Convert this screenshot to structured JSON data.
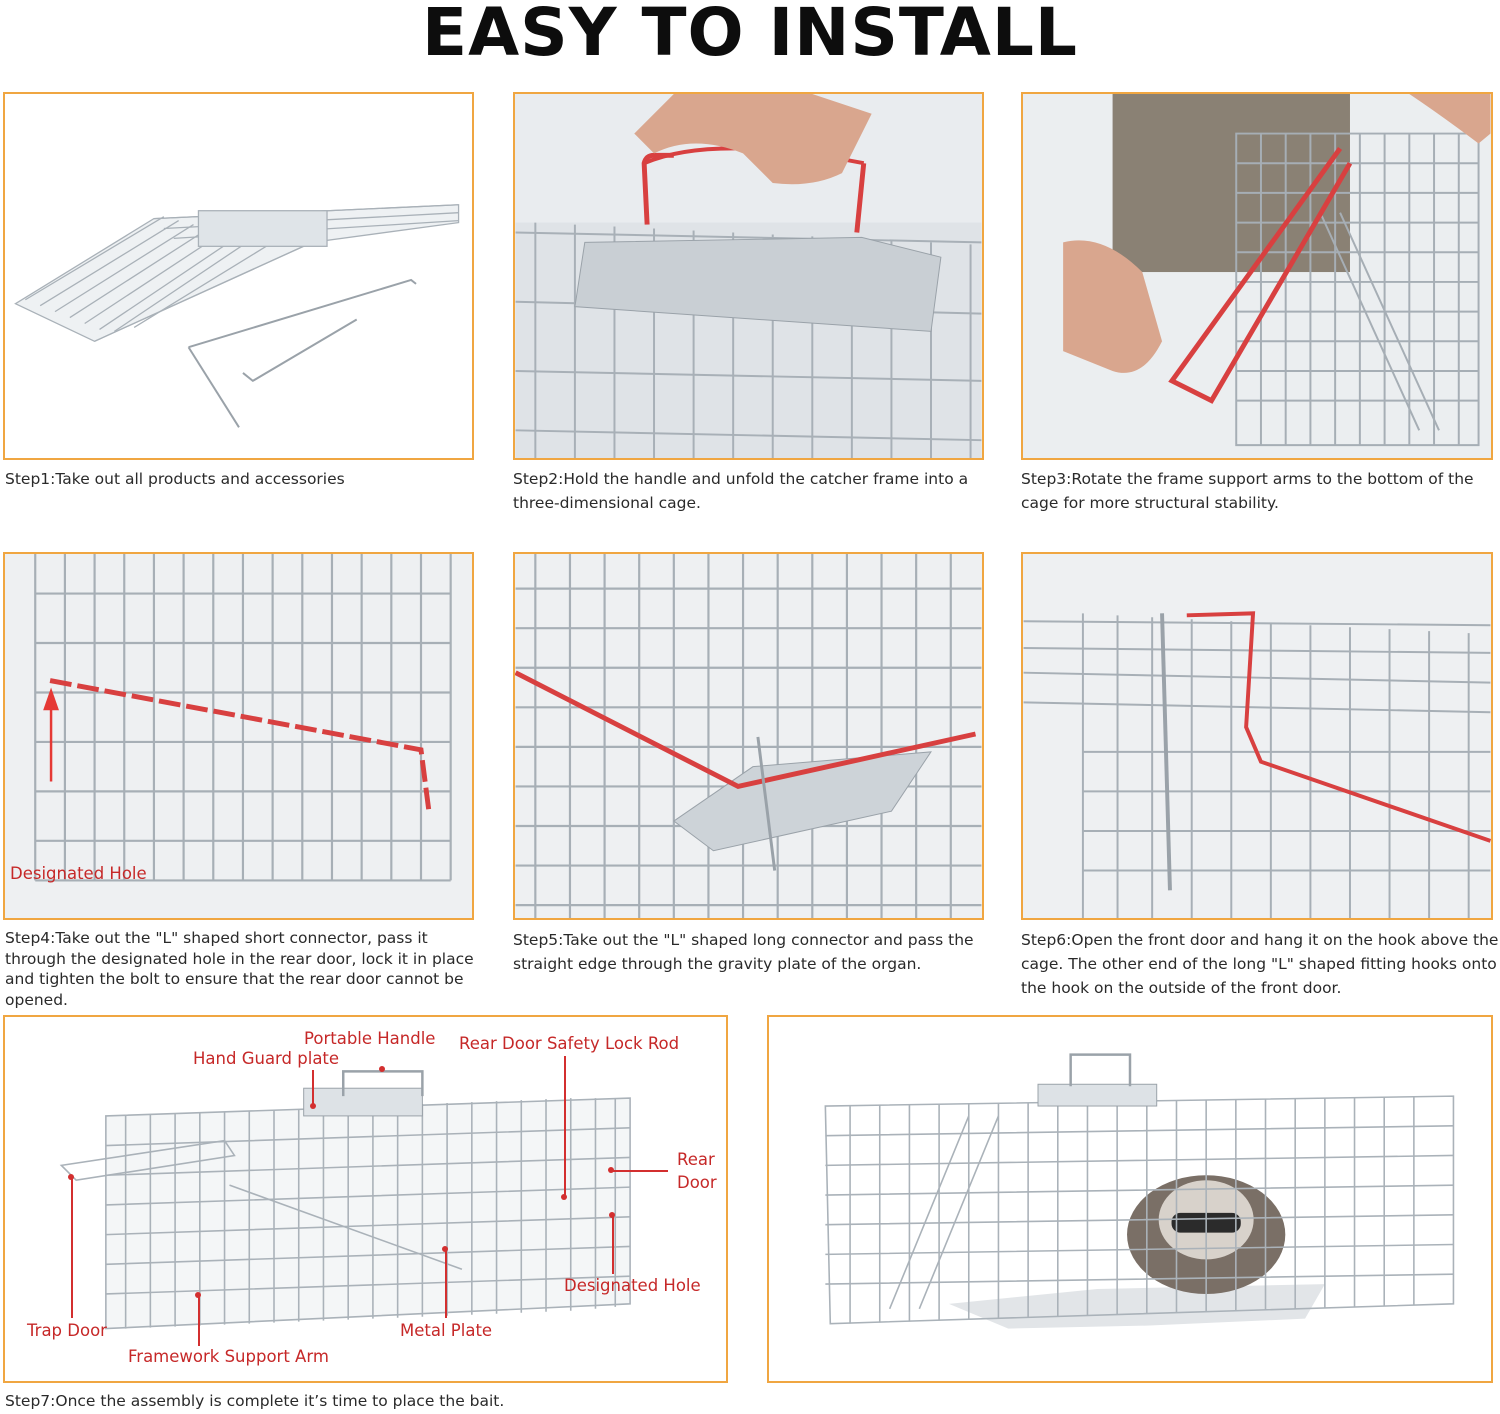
{
  "title": "EASY TO INSTALL",
  "steps": {
    "s1": "Step1:Take out all products and accessories",
    "s2": "Step2:Hold the handle and unfold the catcher frame into a three-dimensional cage.",
    "s3": "Step3:Rotate the frame support arms to the bottom of the cage for more structural stability.",
    "s4": "Step4:Take out  the \"L\" shaped short connector, pass it through the designated hole in the rear door, lock it in place and tighten the bolt to ensure that the rear door cannot be opened.",
    "s5": "Step5:Take out   the \"L\" shaped long connector and pass the straight edge through the gravity plate of the organ.",
    "s6": "Step6:Open the front door and hang it on the hook above the cage. The other end of the long \"L\" shaped fitting hooks onto the hook on the outside of the front door.",
    "s7": "Step7:Once the assembly is complete it’s time to place the bait."
  },
  "labels": {
    "designated_hole_step4": "Designated Hole",
    "portable_handle": "Portable Handle",
    "hand_guard_plate": "Hand Guard plate",
    "rear_door_safety_lock_rod": "Rear Door Safety Lock Rod",
    "rear": "Rear",
    "door": "Door",
    "designated_hole": "Designated Hole",
    "trap_door": "Trap Door",
    "metal_plate": "Metal Plate",
    "framework_support_arm": "Framework Support Arm"
  },
  "colors": {
    "accent_border": "#f0a641",
    "label_red": "#c62828",
    "wire": "#9aa4ad"
  }
}
